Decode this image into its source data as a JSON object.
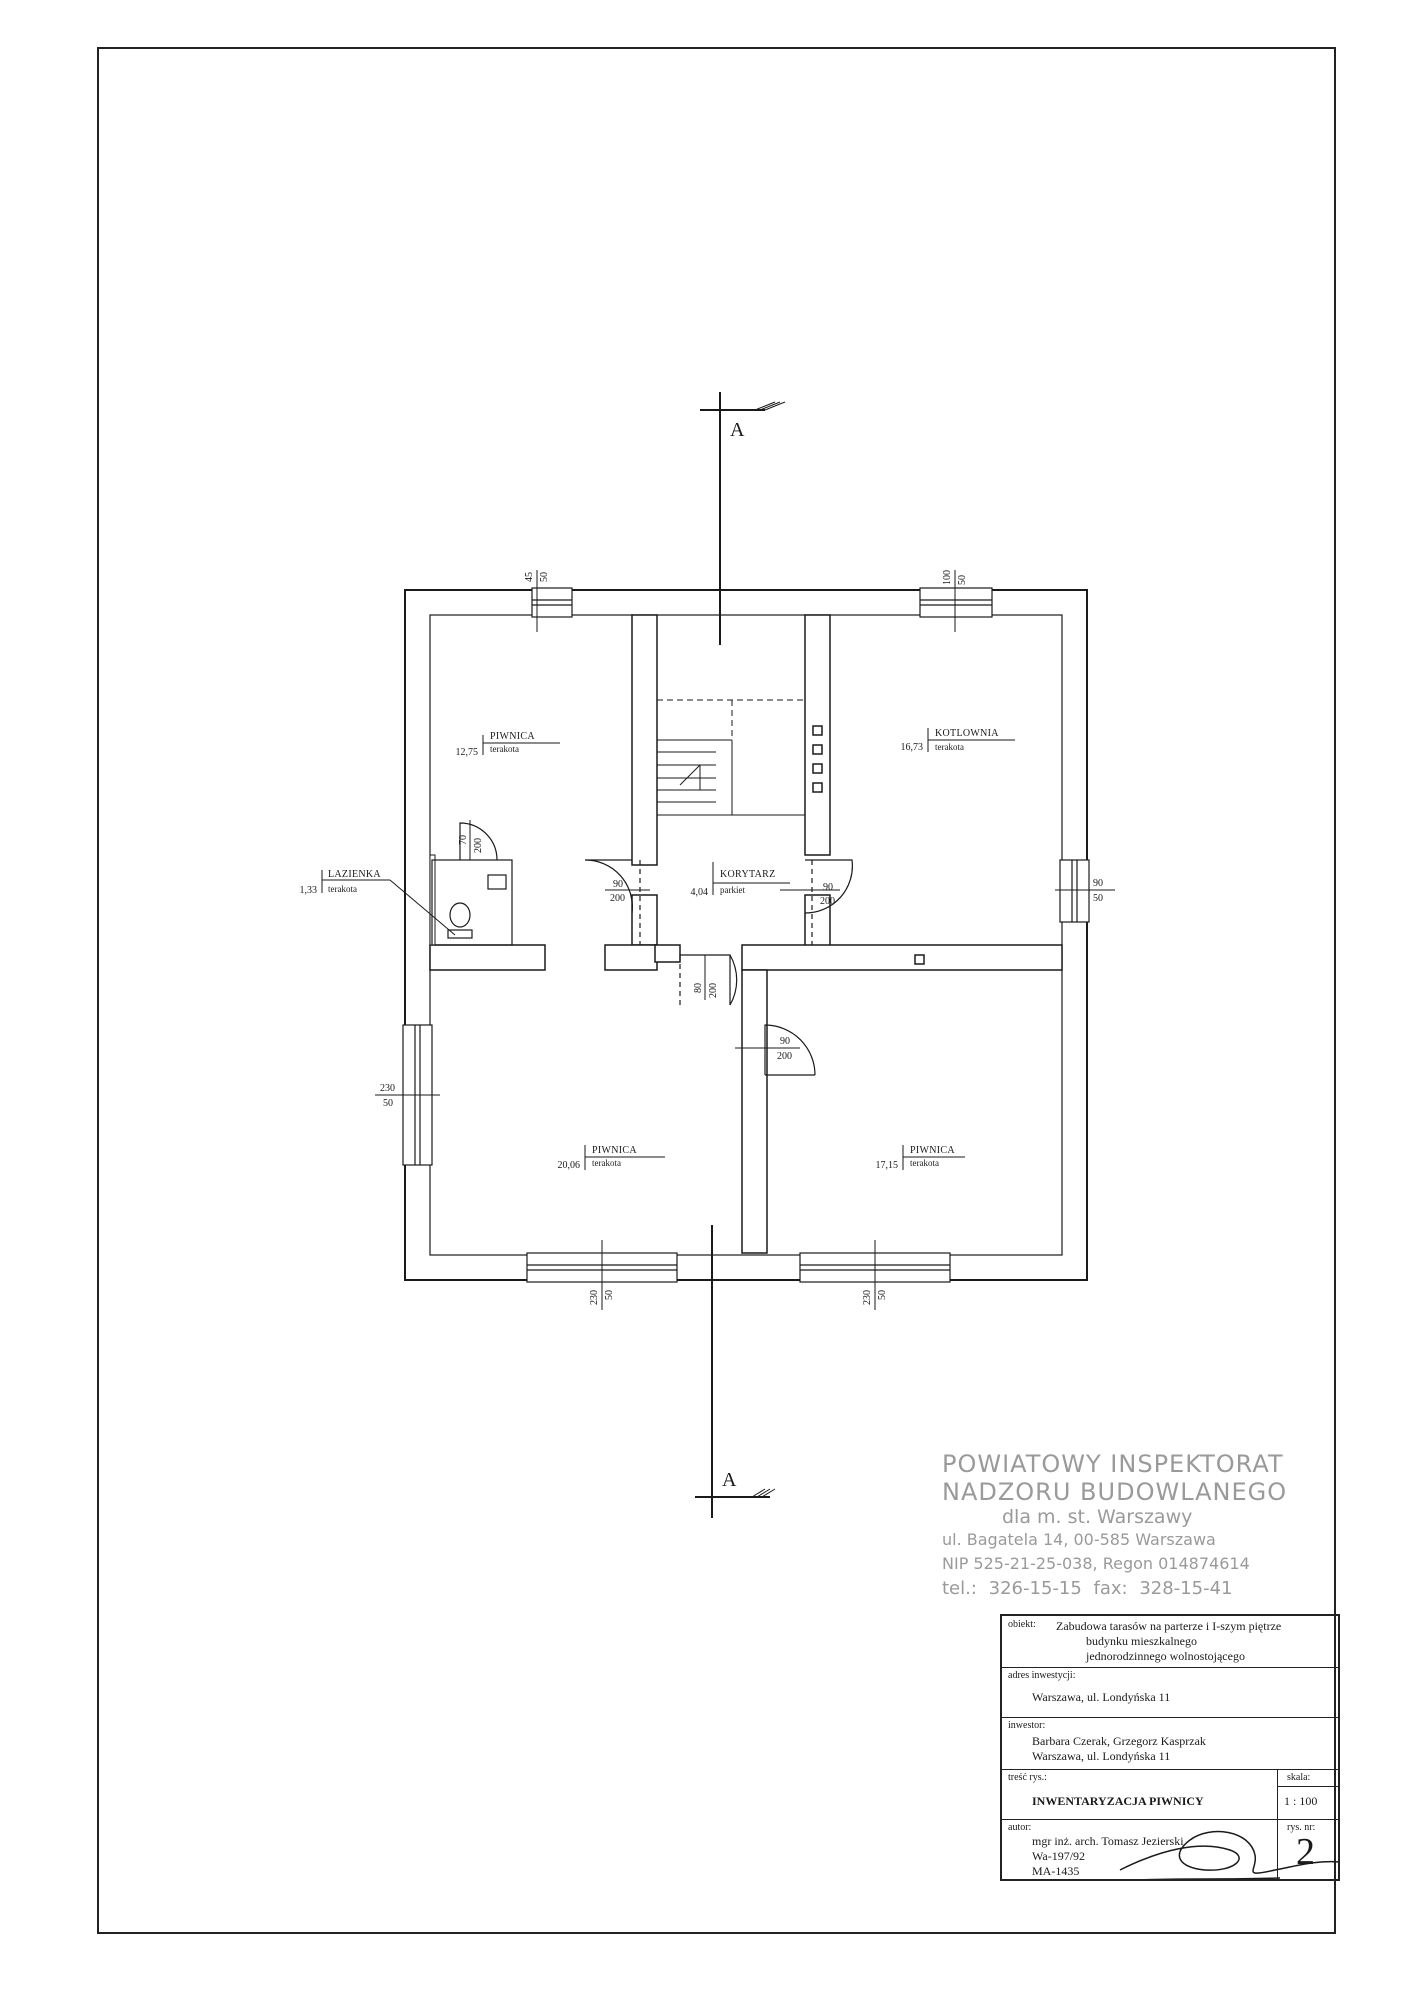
{
  "plan": {
    "section_marks": [
      "A",
      "A"
    ],
    "rooms": [
      {
        "id": "piwnica-nw",
        "name": "PIWNICA",
        "area": "12,75",
        "floor": "terakota"
      },
      {
        "id": "korytarz",
        "name": "KORYTARZ",
        "area": "4,04",
        "floor": "parkiet"
      },
      {
        "id": "kotlownia",
        "name": "KOTLOWNIA",
        "area": "16,73",
        "floor": "terakota"
      },
      {
        "id": "lazienka",
        "name": "LAZIENKA",
        "area": "1,33",
        "floor": "terakota"
      },
      {
        "id": "piwnica-sw",
        "name": "PIWNICA",
        "area": "20,06",
        "floor": "terakota"
      },
      {
        "id": "piwnica-se",
        "name": "PIWNICA",
        "area": "17,15",
        "floor": "terakota"
      }
    ],
    "openings": {
      "win_top_left": [
        "45",
        "50"
      ],
      "win_top_right": [
        "100",
        "50"
      ],
      "win_right": [
        "90",
        "50"
      ],
      "win_left": [
        "230",
        "50"
      ],
      "win_bottom_left": [
        "230",
        "50"
      ],
      "win_bottom_right": [
        "230",
        "50"
      ],
      "door_bath": [
        "70",
        "200"
      ],
      "door_left": [
        "90",
        "200"
      ],
      "door_right": [
        "90",
        "200"
      ],
      "door_center": [
        "80",
        "200"
      ],
      "door_se": [
        "90",
        "200"
      ]
    }
  },
  "stamp": {
    "line1": "POWIATOWY INSPEKTORAT",
    "line2": "NADZORU BUDOWLANEGO",
    "line3": "dla m. st. Warszawy",
    "line4": "ul. Bagatela 14,     00-585 Warszawa",
    "line5": "NIP 525-21-25-038, Regon 014874614",
    "line6": "tel.: 326-15-15     fax: 328-15-41"
  },
  "title_block": {
    "obiekt_label": "obiekt:",
    "obiekt_value": [
      "Zabudowa tarasów na parterze i I-szym piętrze",
      "budynku mieszkalnego",
      "jednorodzinnego wolnostojącego"
    ],
    "adres_label": "adres inwestycji:",
    "adres_value": "Warszawa, ul. Londyńska 11",
    "inwestor_label": "inwestor:",
    "inwestor_value": [
      "Barbara Czerak, Grzegorz Kasprzak",
      "Warszawa, ul. Londyńska 11"
    ],
    "tresc_label": "treść rys.:",
    "tresc_value": "INWENTARYZACJA PIWNICY",
    "skala_label": "skala:",
    "skala_value": "1 : 100",
    "autor_label": "autor:",
    "autor_value": [
      "mgr inż. arch. Tomasz Jezierski",
      "Wa-197/92",
      "MA-1435"
    ],
    "rys_label": "rys. nr:",
    "rys_value": "2"
  }
}
